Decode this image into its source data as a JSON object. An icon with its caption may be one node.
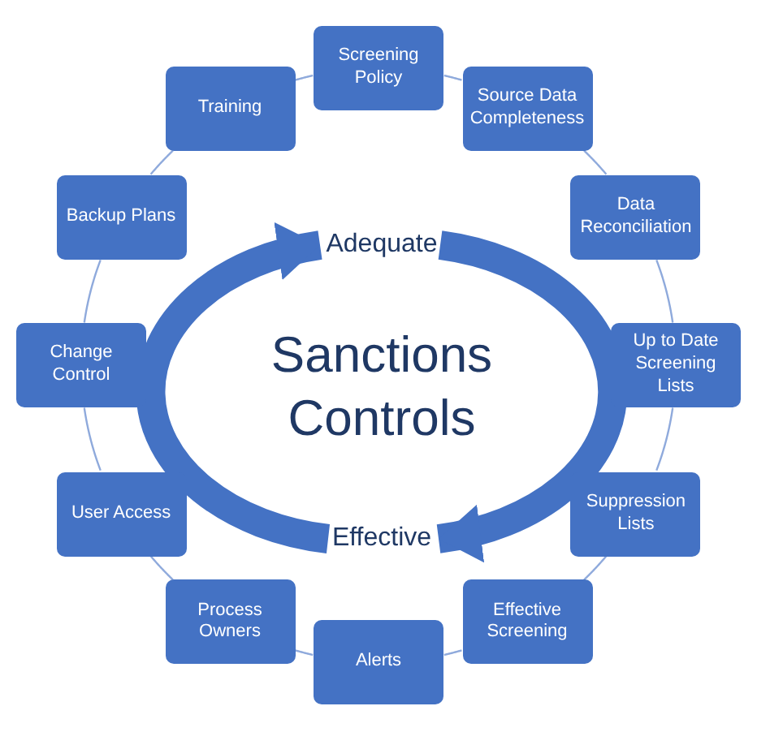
{
  "diagram": {
    "nodes": [
      {
        "text": [
          "Screening Policy"
        ]
      },
      {
        "text": [
          "Source Data Completeness"
        ]
      },
      {
        "text": [
          "Data Reconciliation"
        ]
      },
      {
        "text": [
          "Up to Date Screening Lists"
        ]
      },
      {
        "text": [
          "Suppression Lists"
        ]
      },
      {
        "text": [
          "Effective Screening"
        ]
      },
      {
        "text": [
          "Alerts"
        ]
      },
      {
        "text": [
          "Process Owners"
        ]
      },
      {
        "text": [
          "User Access"
        ]
      },
      {
        "text": [
          "Change Control"
        ]
      },
      {
        "text": [
          "Backup Plans"
        ]
      },
      {
        "text": [
          "Training"
        ]
      },
      {
        "text": [
          "Adequate"
        ]
      },
      {
        "text": [
          "Effective"
        ]
      }
    ],
    "edges": [
      {
        "from": 0,
        "to": 1,
        "arrow": "none"
      },
      {
        "from": 1,
        "to": 2,
        "arrow": "none"
      },
      {
        "from": 2,
        "to": 3,
        "arrow": "none"
      },
      {
        "from": 3,
        "to": 4,
        "arrow": "none"
      },
      {
        "from": 4,
        "to": 5,
        "arrow": "none"
      },
      {
        "from": 5,
        "to": 6,
        "arrow": "none"
      },
      {
        "from": 6,
        "to": 7,
        "arrow": "none"
      },
      {
        "from": 7,
        "to": 8,
        "arrow": "none"
      },
      {
        "from": 8,
        "to": 9,
        "arrow": "none"
      },
      {
        "from": 9,
        "to": 10,
        "arrow": "none"
      },
      {
        "from": 10,
        "to": 11,
        "arrow": "none"
      },
      {
        "from": 11,
        "to": 0,
        "arrow": "none"
      },
      {
        "from": 13,
        "to": 12,
        "arrow": "to",
        "style": "thick"
      },
      {
        "from": 12,
        "to": 13,
        "arrow": "to",
        "style": "thick"
      }
    ],
    "labels": [
      "Sanctions Controls"
    ]
  }
}
